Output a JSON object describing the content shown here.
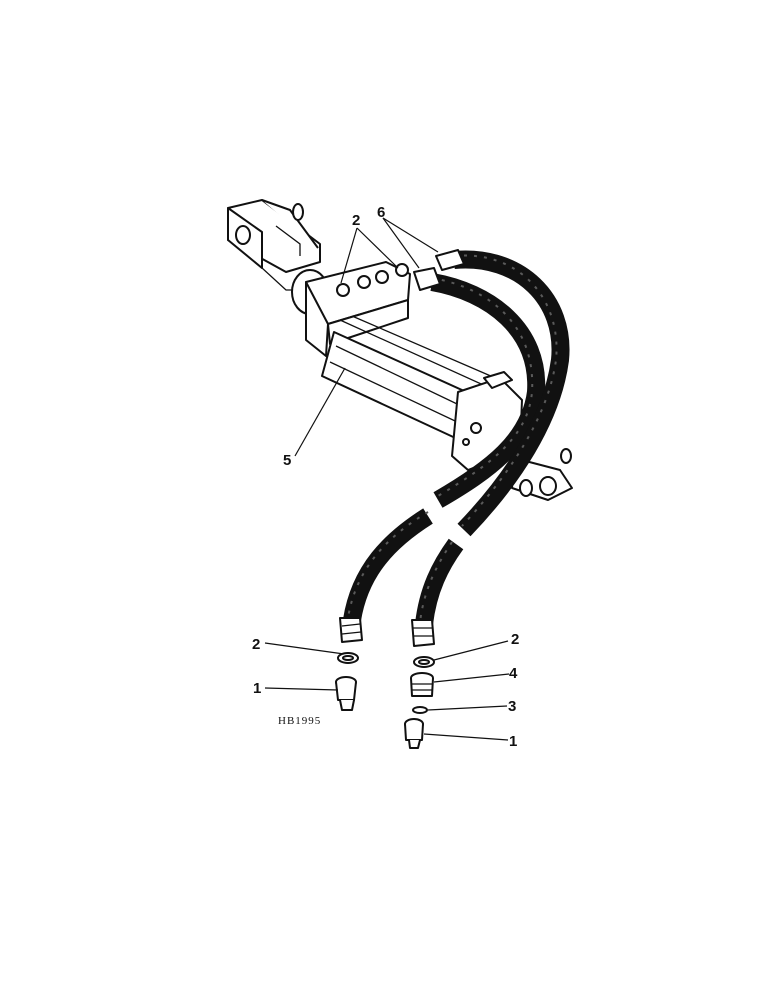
{
  "figure": {
    "drawing_code": "HB1995",
    "callouts": {
      "c1_left": "1",
      "c1_right": "1",
      "c2_top": "2",
      "c2_left": "2",
      "c2_right": "2",
      "c3": "3",
      "c4": "4",
      "c5": "5",
      "c6": "6"
    }
  }
}
